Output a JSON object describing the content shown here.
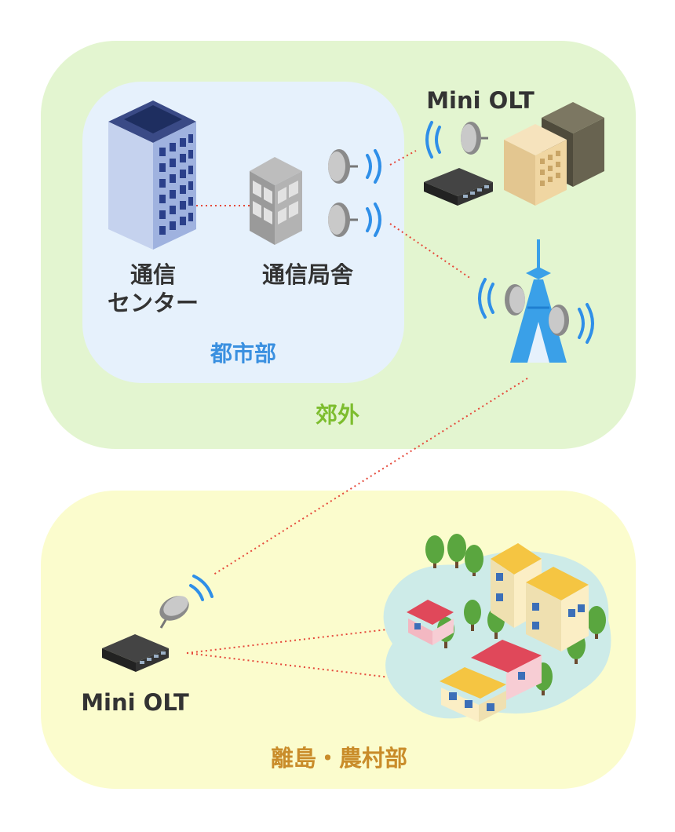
{
  "regions": {
    "suburban": {
      "label": "郊外",
      "color": "#e3f5d0",
      "label_color": "#7dbd2e"
    },
    "urban": {
      "label": "都市部",
      "color": "#e6f1fc",
      "label_color": "#3a90e0"
    },
    "rural": {
      "label": "離島・農村部",
      "color": "#fbfccd",
      "label_color": "#c98c2a"
    }
  },
  "nodes": {
    "comm_center": {
      "label_line1": "通信",
      "label_line2": "センター"
    },
    "central_office": {
      "label": "通信局舎"
    },
    "mini_olt_suburban": {
      "label": "Mini OLT"
    },
    "mini_olt_rural": {
      "label": "Mini OLT"
    }
  },
  "colors": {
    "link": "#e5483a",
    "signal": "#2f8fe8",
    "text": "#333333"
  }
}
